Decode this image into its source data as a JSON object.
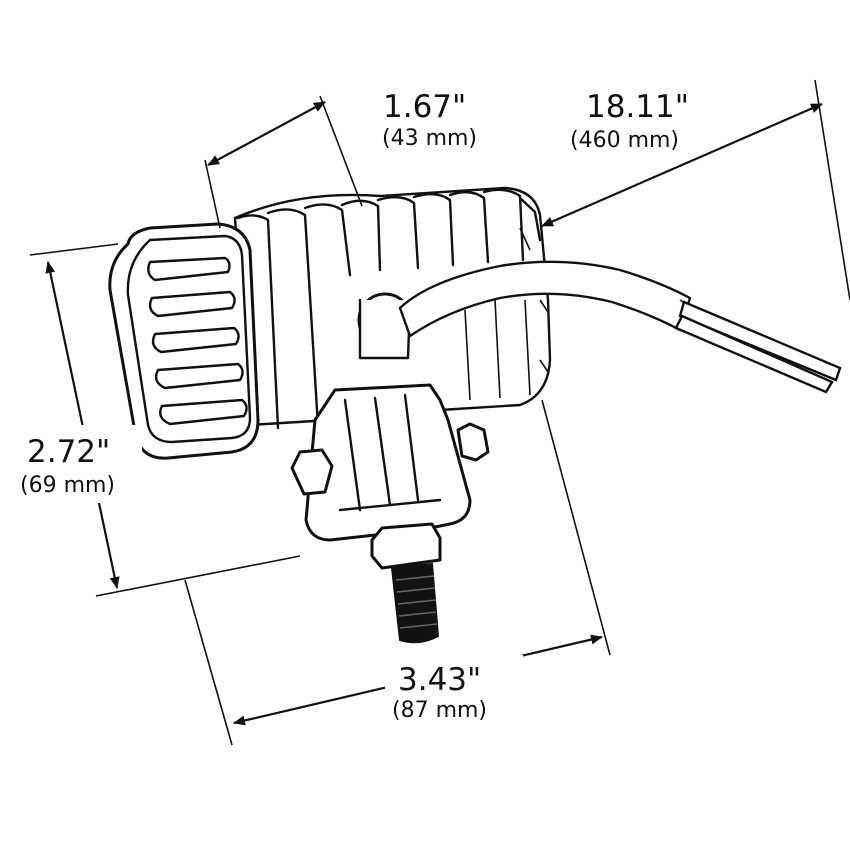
{
  "dimensions": {
    "depth": {
      "imperial": "1.67\"",
      "metric": "(43 mm)"
    },
    "cable": {
      "imperial": "18.11\"",
      "metric": "(460 mm)"
    },
    "height": {
      "imperial": "2.72\"",
      "metric": "(69 mm)"
    },
    "width": {
      "imperial": "3.43\"",
      "metric": "(87 mm)"
    }
  },
  "colors": {
    "line": "#111111",
    "background": "#ffffff"
  }
}
